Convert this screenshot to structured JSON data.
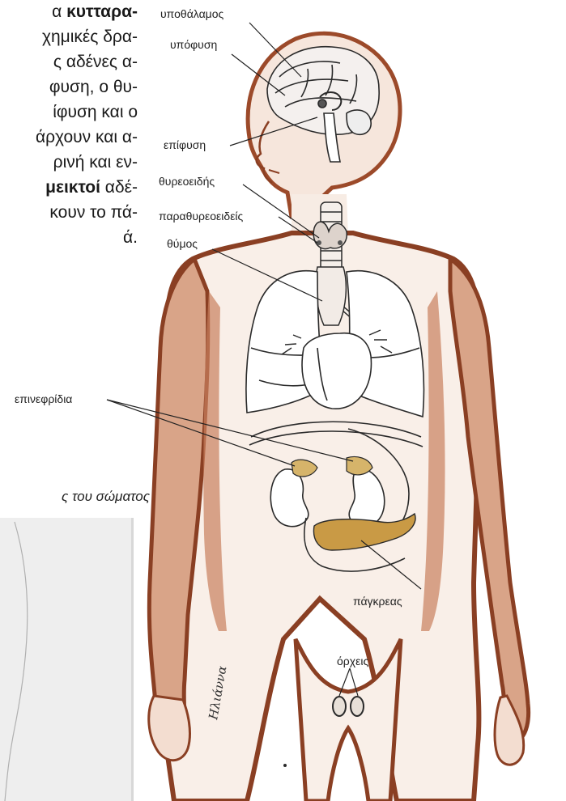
{
  "text_lines": [
    {
      "pre": "α ",
      "bold": "κυτταρα-",
      "post": ""
    },
    {
      "pre": "χημικές δρα-",
      "bold": "",
      "post": ""
    },
    {
      "pre": "ς αδένες α-",
      "bold": "",
      "post": ""
    },
    {
      "pre": "φυση, ο θυ-",
      "bold": "",
      "post": ""
    },
    {
      "pre": "ίφυση και ο",
      "bold": "",
      "post": ""
    },
    {
      "pre": "άρχουν και α-",
      "bold": "",
      "post": ""
    },
    {
      "pre": "ρινή και εν-",
      "bold": "",
      "post": ""
    },
    {
      "pre": "",
      "bold": "μεικτοί",
      "post": " αδέ-"
    },
    {
      "pre": "κουν το πά-",
      "bold": "",
      "post": ""
    },
    {
      "pre": "ά.",
      "bold": "",
      "post": ""
    }
  ],
  "caption": "ς του σώματος",
  "labels": {
    "hypothalamus": "υποθάλαμος",
    "pituitary": "υπόφυση",
    "pineal": "επίφυση",
    "thyroid": "θυρεοειδής",
    "parathyroid": "παραθυρεοειδείς",
    "thymus": "θύμος",
    "adrenal": "επινεφρίδια",
    "pancreas": "πάγκρεας",
    "testes": "όρχεις"
  },
  "signature": "Ηλιάννα",
  "colors": {
    "skin_outline": "#8a3f23",
    "skin_wash": "#c98a6a",
    "gland": "#c99a45",
    "line": "#2a2a2a",
    "sidebox": "#eeeeee"
  }
}
